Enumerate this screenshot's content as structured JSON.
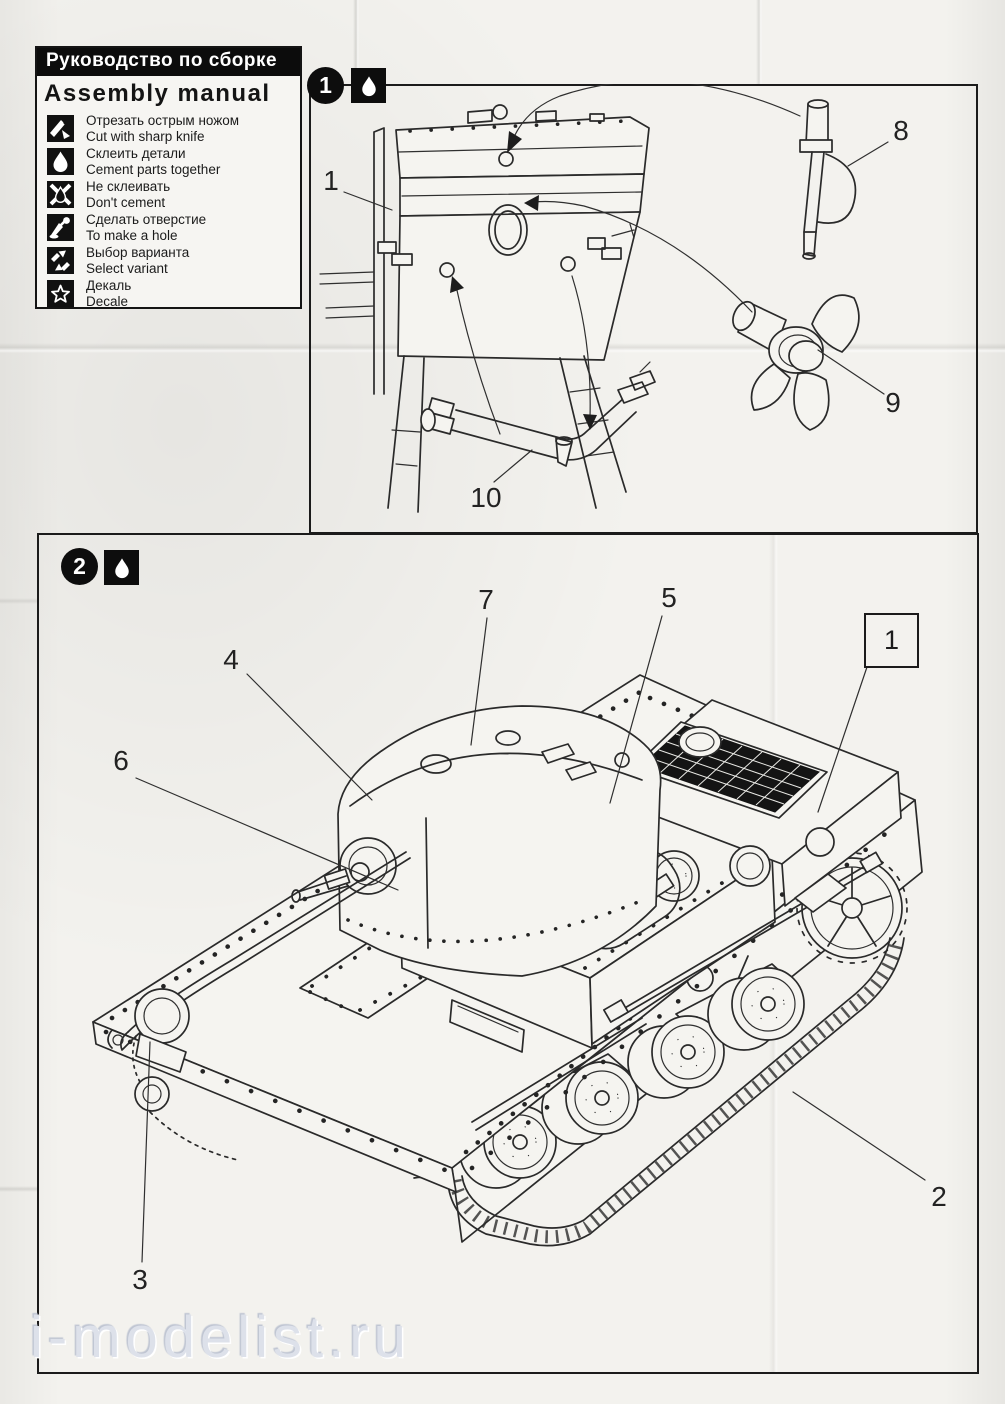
{
  "page": {
    "watermark": "i-modelist.ru",
    "paper_color": "#f3f2ee",
    "ink_color": "#1c1c1c"
  },
  "legend": {
    "title_ru": "Руководство по сборке",
    "title_en": "Assembly manual",
    "items": [
      {
        "icon": "cut-knife-icon",
        "label_ru": "Отрезать острым ножом",
        "label_en": "Cut with sharp knife"
      },
      {
        "icon": "cement-drop-icon",
        "label_ru": "Склеить детали",
        "label_en": "Cement parts together"
      },
      {
        "icon": "dont-cement-icon",
        "label_ru": "Не склеивать",
        "label_en": "Don't cement"
      },
      {
        "icon": "make-hole-icon",
        "label_ru": "Сделать отверстие",
        "label_en": "To make a hole"
      },
      {
        "icon": "select-variant-icon",
        "label_ru": "Выбор варианта",
        "label_en": "Select variant"
      },
      {
        "icon": "decal-icon",
        "label_ru": "Декаль",
        "label_en": "Decale"
      }
    ]
  },
  "step1": {
    "number": "1",
    "action_icon": "cement-drop-icon",
    "labels": {
      "hull_rear": "1",
      "rudder_rod": "8",
      "propeller": "9",
      "exhaust_pipe": "10"
    }
  },
  "step2": {
    "number": "2",
    "action_icon": "cement-drop-icon",
    "labels": {
      "turret_front": "4",
      "turret_top": "7",
      "muffler": "5",
      "machine_gun": "6",
      "hull": "1",
      "track_suspension": "2",
      "front_idler": "3"
    }
  }
}
